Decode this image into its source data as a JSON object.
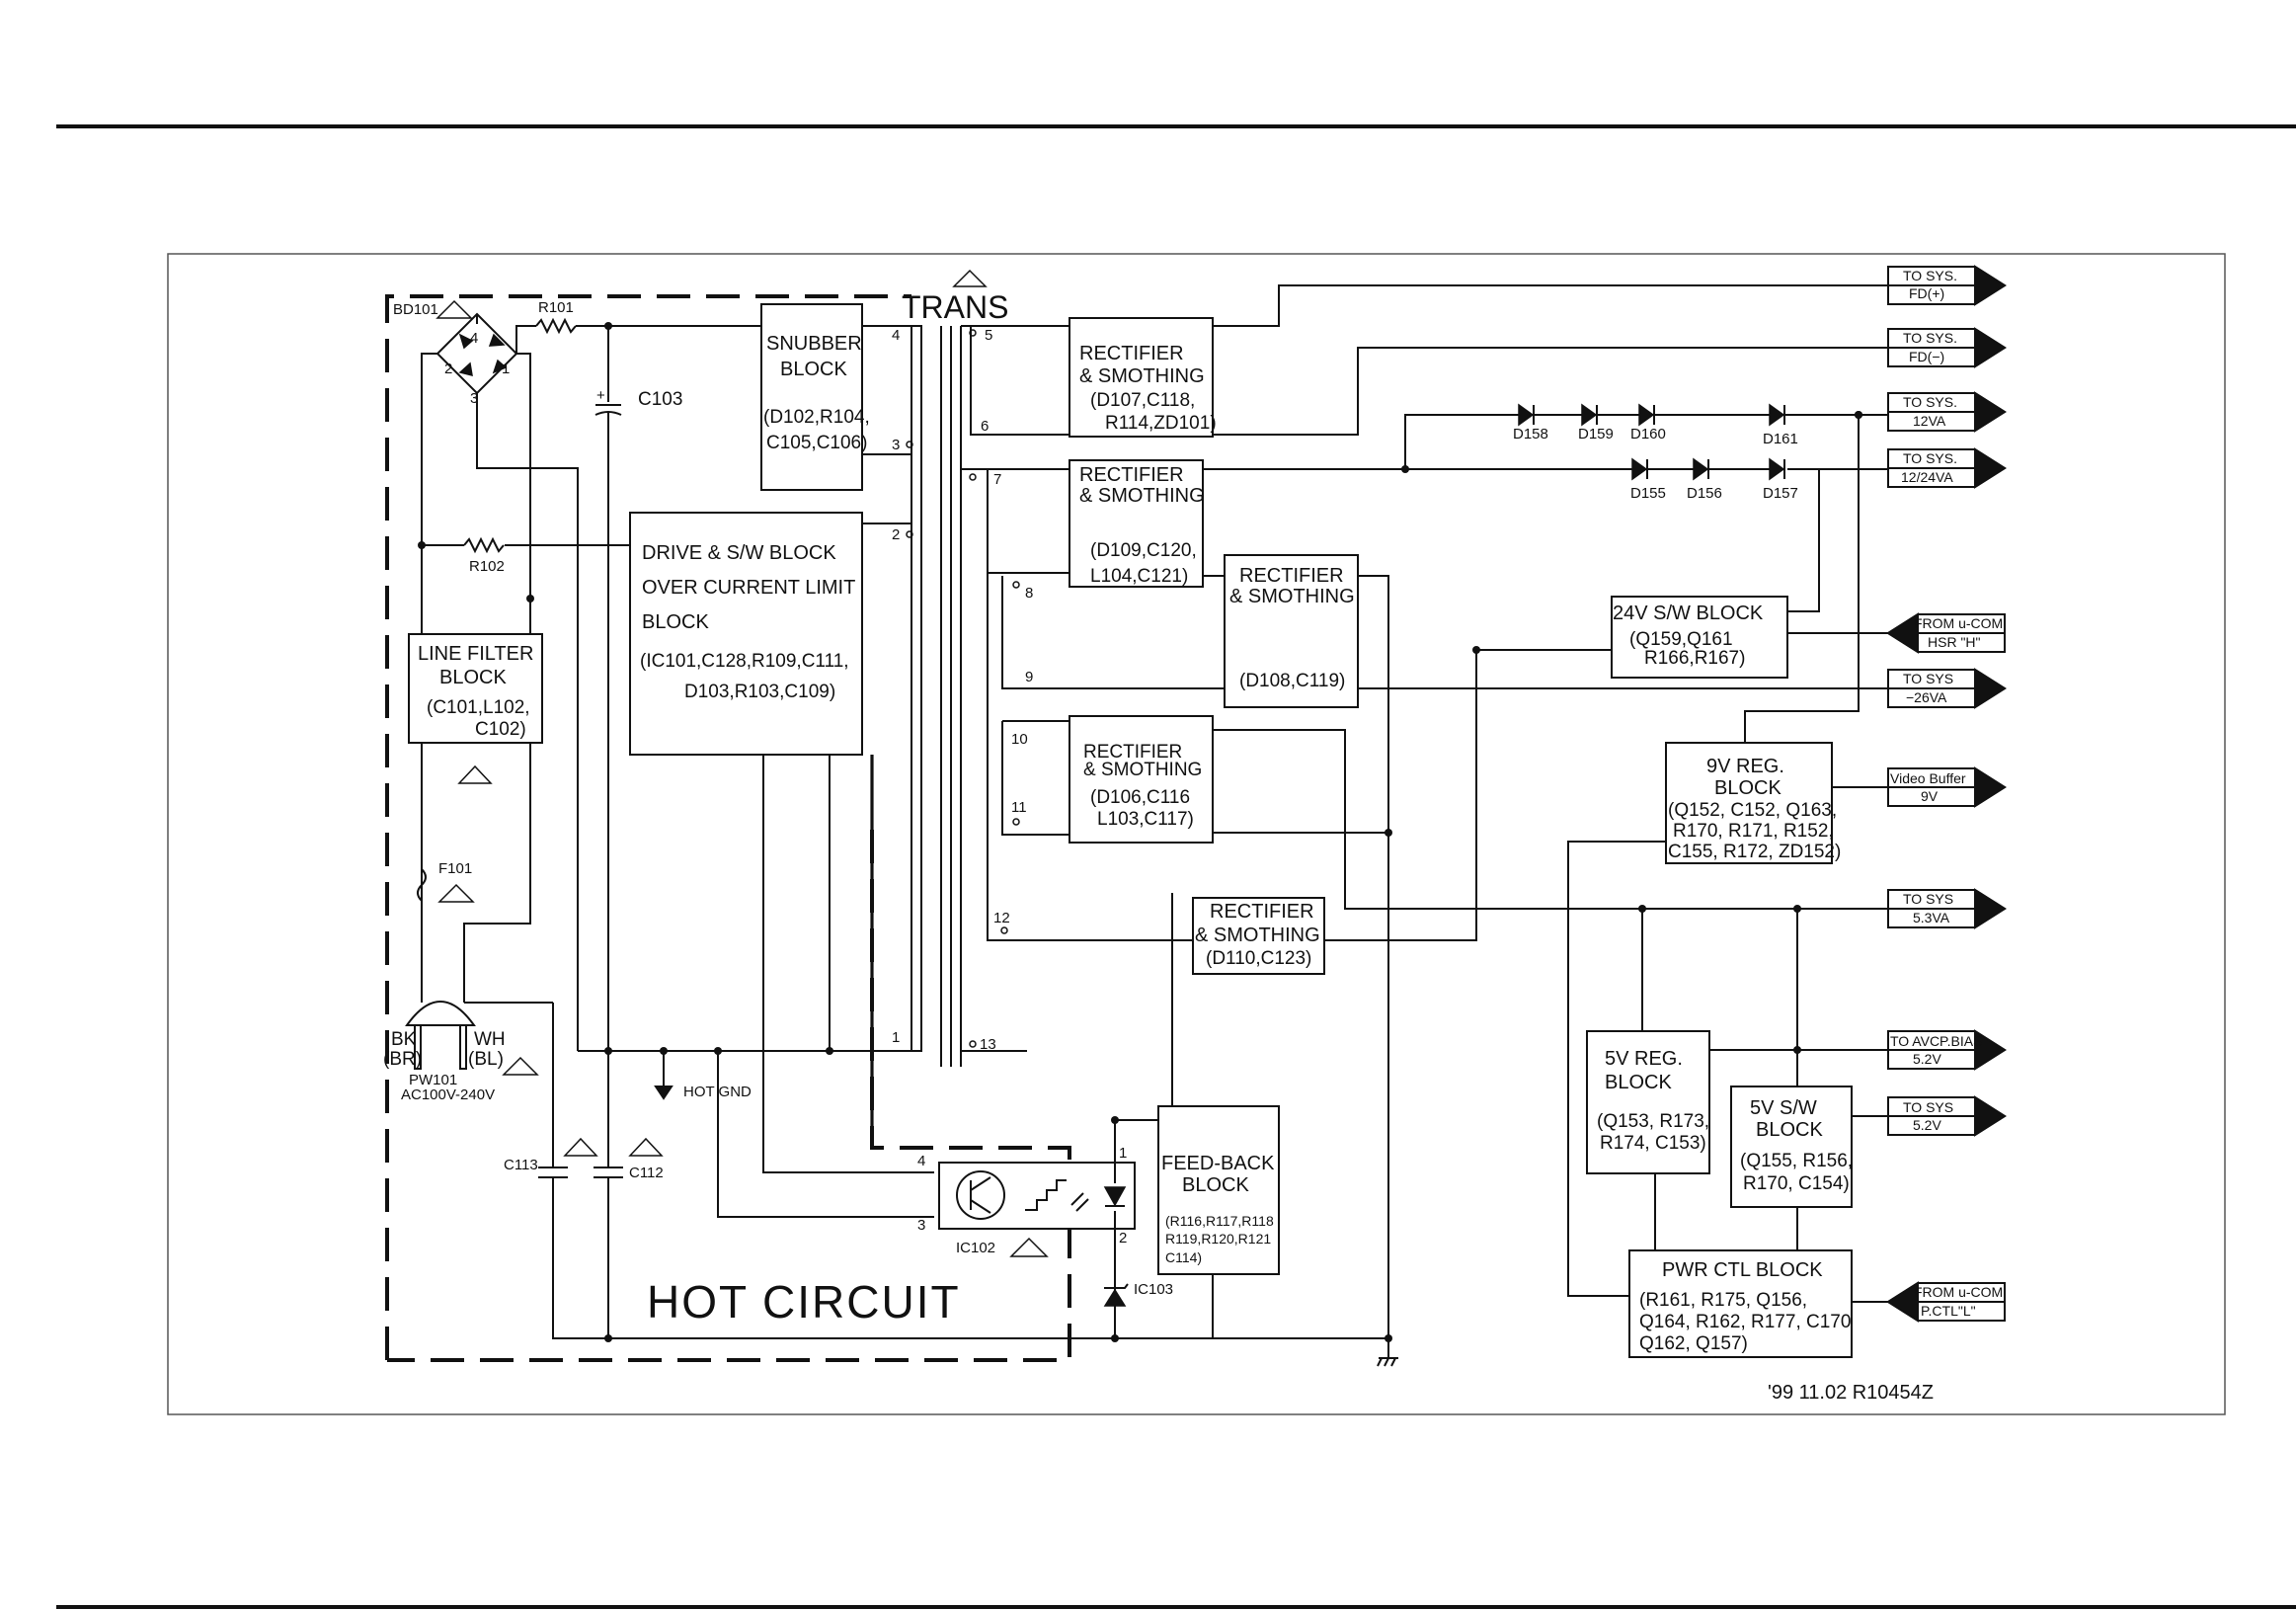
{
  "header_rule": "",
  "transformer": {
    "label": "TRANS",
    "pins": [
      "5",
      "6",
      "7",
      "8",
      "9",
      "10",
      "11",
      "12",
      "13",
      "1",
      "2",
      "3",
      "4"
    ]
  },
  "blocks": {
    "snubber": [
      "SNUBBER",
      "BLOCK",
      "(D102,R104,",
      "C105,C106)"
    ],
    "drive": [
      "DRIVE & S/W BLOCK",
      "OVER CURRENT LIMIT",
      "BLOCK",
      "(IC101,C128,R109,C111,",
      "D103,R103,C109)"
    ],
    "line_filter": [
      "LINE FILTER",
      "BLOCK",
      "(C101,L102,",
      "C102)"
    ],
    "rect1": [
      "RECTIFIER",
      "& SMOTHING",
      "(D107,C118,",
      "R114,ZD101)"
    ],
    "rect2": [
      "RECTIFIER",
      "& SMOTHING",
      "(D109,C120,",
      "L104,C121)"
    ],
    "rect3": [
      "RECTIFIER",
      "& SMOTHING",
      "(D108,C119)"
    ],
    "rect4": [
      "RECTIFIER",
      "& SMOTHING",
      "(D106,C116",
      "L103,C117)"
    ],
    "rect5": [
      "RECTIFIER",
      "& SMOTHING",
      "(D110,C123)"
    ],
    "sw24": [
      "24V S/W BLOCK",
      "(Q159,Q161",
      "R166,R167)"
    ],
    "reg9": [
      "9V REG.",
      "BLOCK",
      "(Q152, C152, Q163,",
      "R170, R171, R152,",
      "C155, R172, ZD152)"
    ],
    "reg5": [
      "5V REG.",
      "BLOCK",
      "(Q153, R173,",
      "R174, C153)"
    ],
    "sw5": [
      "5V S/W",
      "BLOCK",
      "(Q155, R156,",
      "R170, C154)"
    ],
    "pwrctl": [
      "PWR CTL BLOCK",
      "(R161, R175, Q156,",
      "Q164, R162, R177, C170",
      "Q162, Q157)"
    ],
    "feedback": [
      "FEED-BACK",
      "BLOCK",
      "(R116,R117,R118",
      "R119,R120,R121",
      "C114)"
    ]
  },
  "components": {
    "bd101": "BD101",
    "r101": "R101",
    "r102": "R102",
    "c103": "C103",
    "f101": "F101",
    "c113": "C113",
    "c112": "C112",
    "ic102": "IC102",
    "ic103": "IC103",
    "pw101": "PW101",
    "ac": "AC100V-240V",
    "bk": "BK",
    "br": "(BR)",
    "wh": "WH",
    "bl": "(BL)",
    "hot_gnd": "HOT GND",
    "bridge_pins": [
      "4",
      "1",
      "2",
      "3"
    ],
    "opto_pins": [
      "4",
      "3",
      "1",
      "2"
    ],
    "diodes": [
      "D158",
      "D159",
      "D160",
      "D161",
      "D155",
      "D156",
      "D157"
    ]
  },
  "hot_circuit": "HOT CIRCUIT",
  "connectors": [
    {
      "line1": "TO SYS.",
      "line2": "FD(+)"
    },
    {
      "line1": "TO SYS.",
      "line2": "FD(−)"
    },
    {
      "line1": "TO SYS.",
      "line2": "12VA"
    },
    {
      "line1": "TO SYS.",
      "line2": "12/24VA"
    },
    {
      "line1": "FROM u-COM",
      "line2": "HSR \"H\""
    },
    {
      "line1": "TO SYS",
      "line2": "−26VA"
    },
    {
      "line1": "Video Buffer",
      "line2": "9V"
    },
    {
      "line1": "TO SYS",
      "line2": "5.3VA"
    },
    {
      "line1": "TO AVCP.BIAS",
      "line2": "5.2V"
    },
    {
      "line1": "TO SYS",
      "line2": "5.2V"
    },
    {
      "line1": "FROM u-COM",
      "line2": "P.CTL\"L\""
    }
  ],
  "footer_code": "'99 11.02 R10454Z"
}
